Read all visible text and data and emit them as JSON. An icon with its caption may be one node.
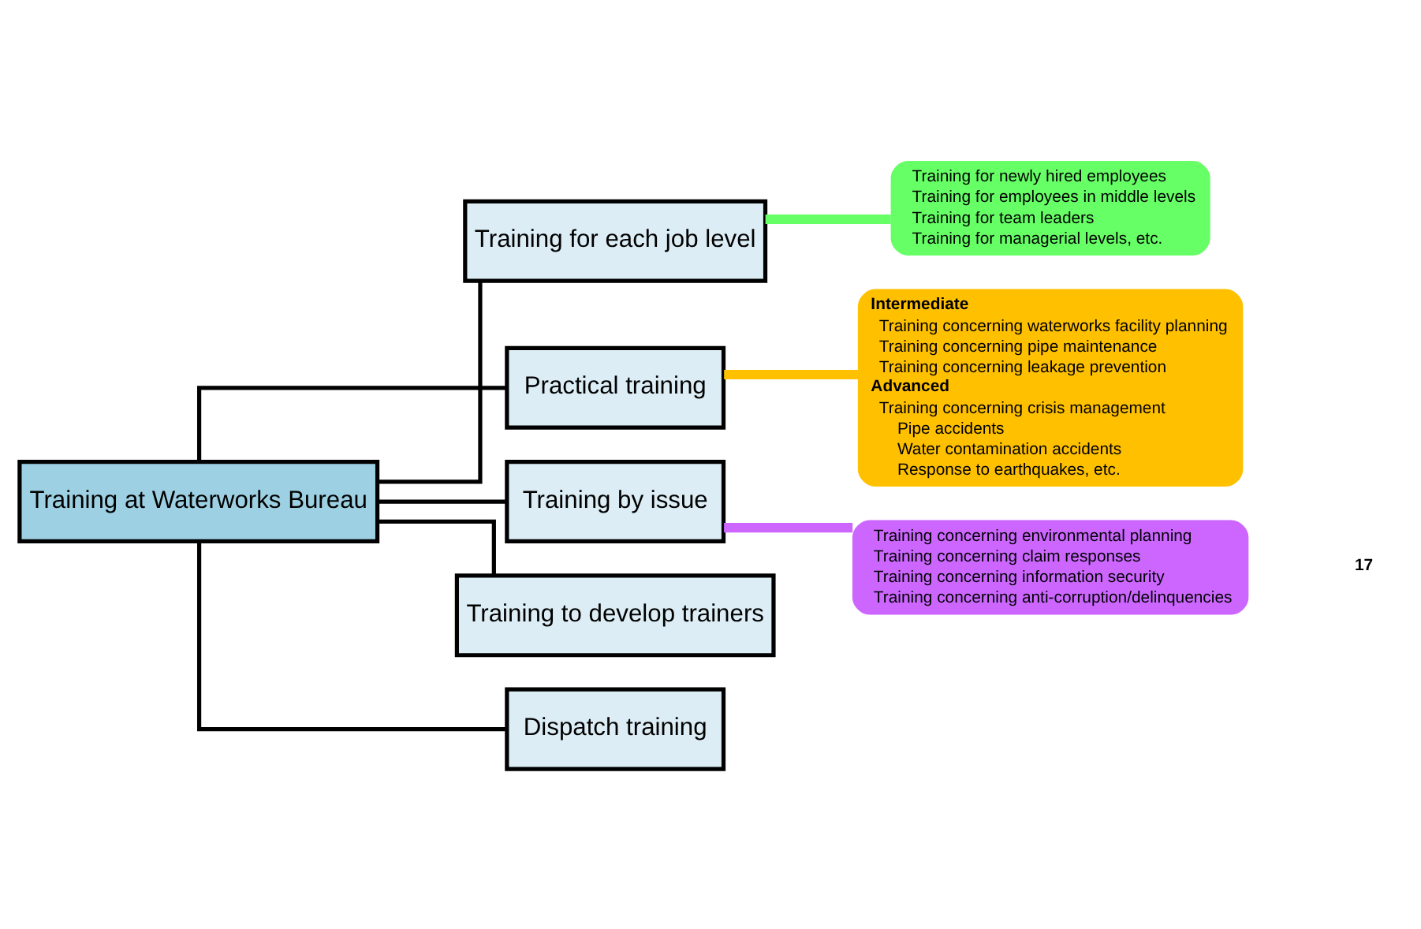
{
  "diagram": {
    "nodes": [
      {
        "text": [
          "Training at Waterworks Bureau"
        ]
      },
      {
        "text": [
          "Training for each job level"
        ]
      },
      {
        "text": [
          "Practical training"
        ]
      },
      {
        "text": [
          "Training by issue"
        ]
      },
      {
        "text": [
          "Training to develop trainers"
        ]
      },
      {
        "text": [
          "Dispatch training"
        ]
      },
      {
        "text": [
          "Training for newly hired employees",
          "Training for employees in middle levels",
          "Training for team leaders",
          "Training for managerial levels, etc."
        ]
      },
      {
        "text": [
          "Intermediate",
          "Training concerning waterworks facility planning",
          "Training concerning pipe maintenance",
          "Training concerning leakage prevention",
          "Advanced",
          "Training concerning crisis management",
          "Pipe accidents",
          "Water contamination accidents",
          "Response to earthquakes, etc."
        ]
      },
      {
        "text": [
          "Training concerning environmental planning",
          "Training concerning claim responses",
          "Training concerning information security",
          "Training concerning anti-corruption/delinquencies"
        ]
      }
    ],
    "edges": [
      {
        "from": 0,
        "to": 1,
        "arrow": "none"
      },
      {
        "from": 0,
        "to": 2,
        "arrow": "none"
      },
      {
        "from": 0,
        "to": 3,
        "arrow": "none"
      },
      {
        "from": 0,
        "to": 4,
        "arrow": "none"
      },
      {
        "from": 0,
        "to": 5,
        "arrow": "none"
      },
      {
        "from": 6,
        "to": 1,
        "arrow": "none",
        "style": "thick",
        "color": "#66ff66"
      },
      {
        "from": 7,
        "to": 2,
        "arrow": "none",
        "style": "thick",
        "color": "#ffc000"
      },
      {
        "from": 8,
        "to": 3,
        "arrow": "none",
        "style": "thick",
        "color": "#cc66ff"
      }
    ],
    "labels": [
      "17"
    ]
  }
}
